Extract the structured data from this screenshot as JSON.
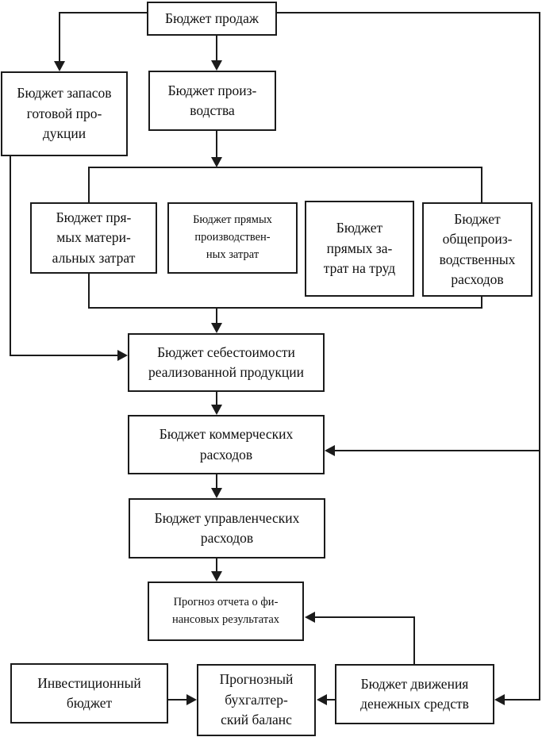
{
  "colors": {
    "line": "#1b1b1b",
    "box_border": "#1b1b1b",
    "background": "#ffffff",
    "text": "#101010"
  },
  "nodes": {
    "sales": {
      "label": "Бюджет продаж"
    },
    "inventory": {
      "label": "Бюджет запасов\nготовой про-\nдукции"
    },
    "production": {
      "label": "Бюджет произ-\nводства"
    },
    "materials": {
      "label": "Бюджет пря-\nмых матери-\nальных затрат"
    },
    "prod_costs": {
      "label": "Бюджет прямых\nпроизводствен-\nных затрат"
    },
    "labor": {
      "label": "Бюджет\nпрямых за-\nтрат на труд"
    },
    "overhead": {
      "label": "Бюджет\nобщепроиз-\nводственных\nрасходов"
    },
    "cogs": {
      "label": "Бюджет себестоимости\nреализованной продукции"
    },
    "commercial": {
      "label": "Бюджет коммерческих\nрасходов"
    },
    "management": {
      "label": "Бюджет управленческих\nрасходов"
    },
    "pl_forecast": {
      "label": "Прогноз отчета о фи-\nнансовых результатах"
    },
    "investment": {
      "label": "Инвестиционный\nбюджет"
    },
    "balance": {
      "label": "Прогнозный\nбухгалтер-\nский баланс"
    },
    "cashflow": {
      "label": "Бюджет движения\nденежных средств"
    }
  }
}
